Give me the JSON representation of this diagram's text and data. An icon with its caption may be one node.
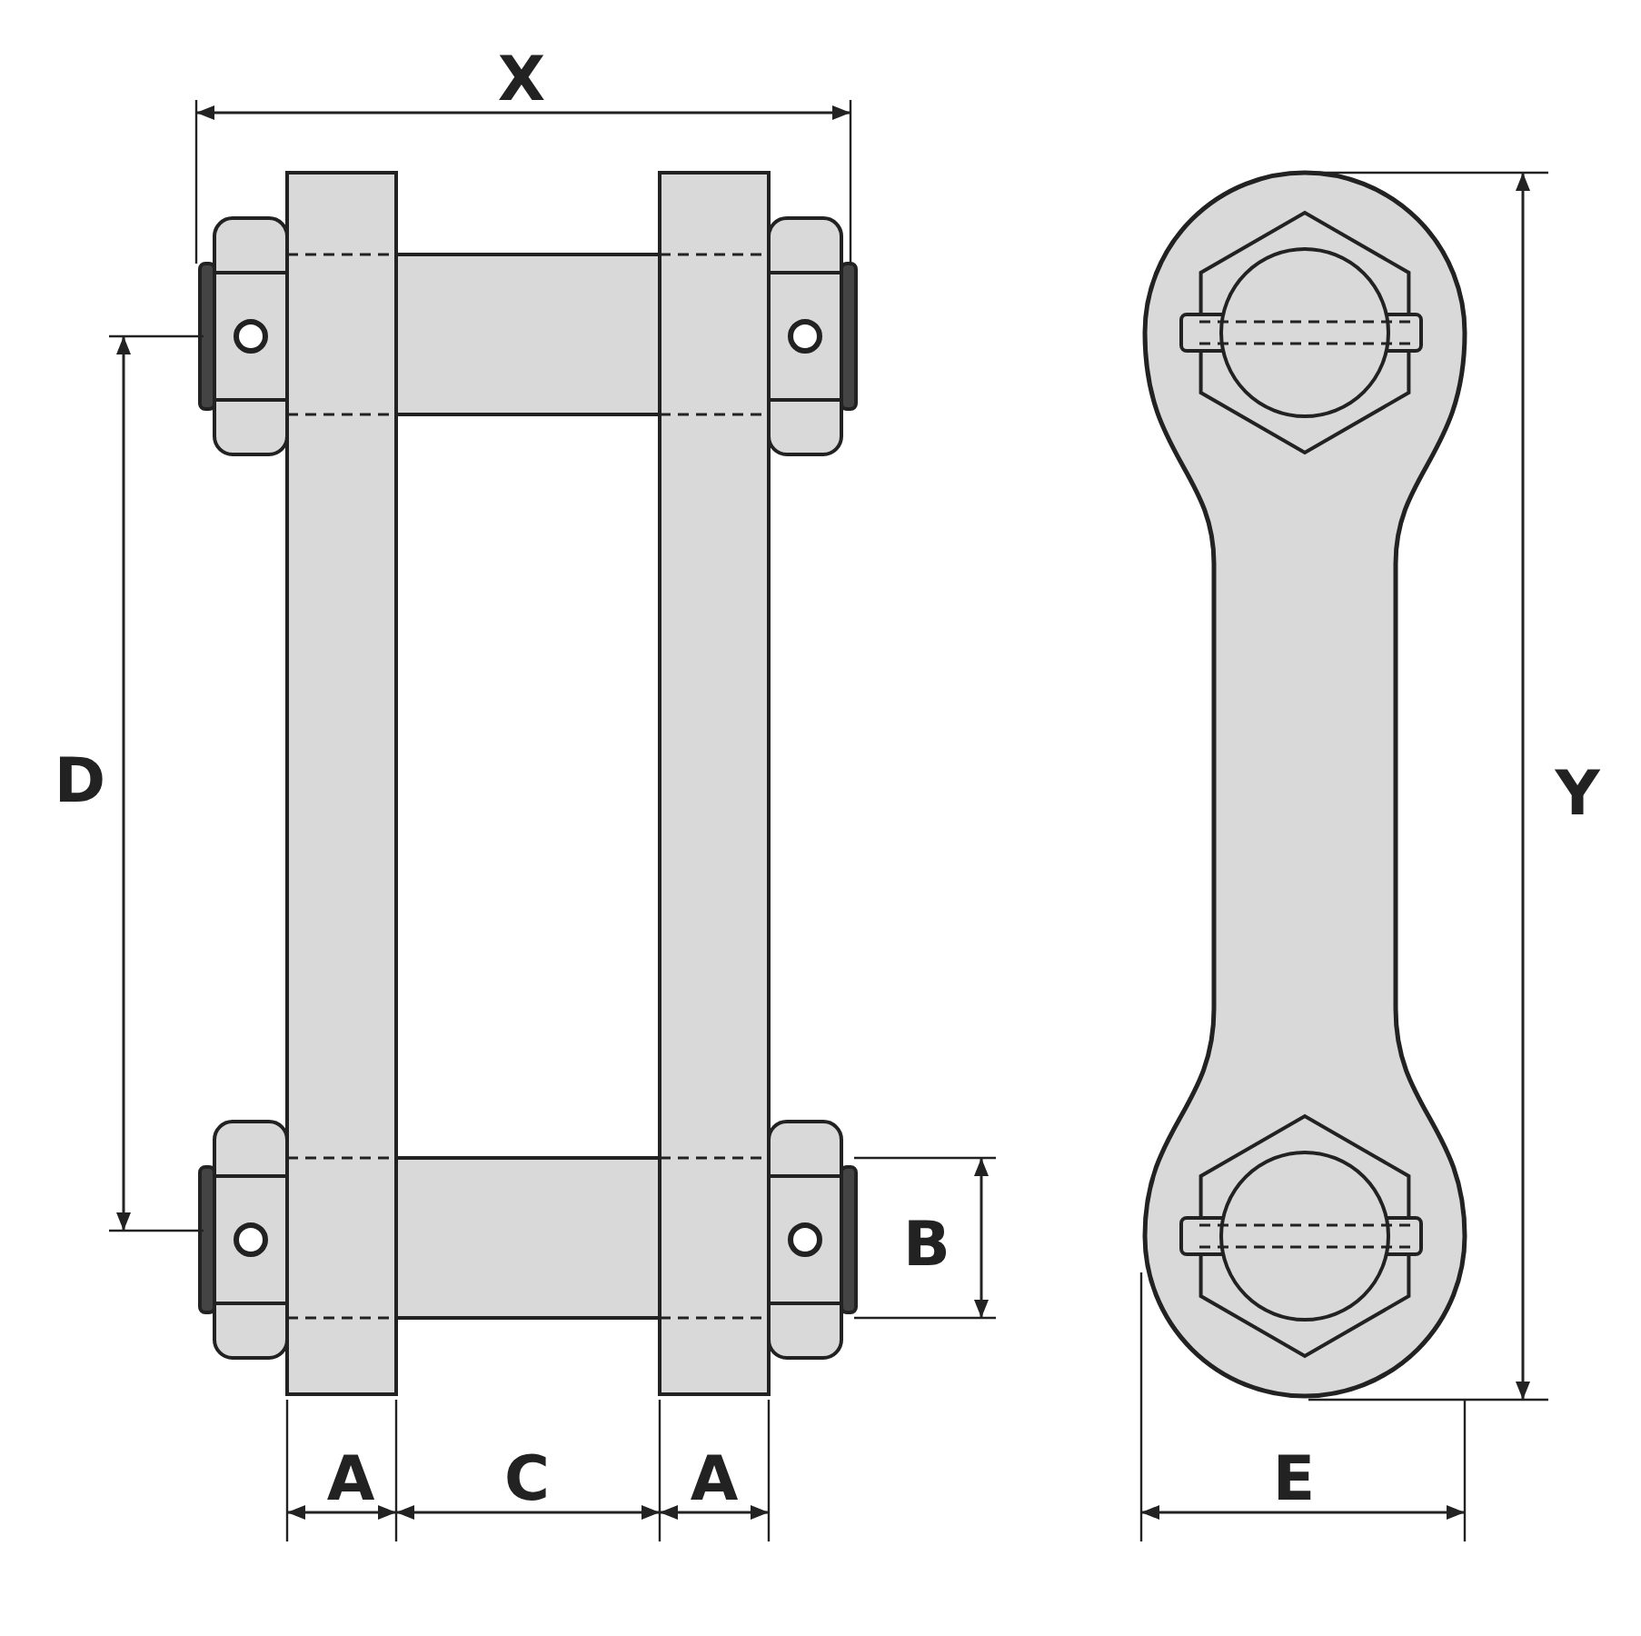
{
  "diagram": {
    "labels": [
      "X",
      "D",
      "Y",
      "B",
      "A",
      "C",
      "A",
      "E"
    ]
  }
}
